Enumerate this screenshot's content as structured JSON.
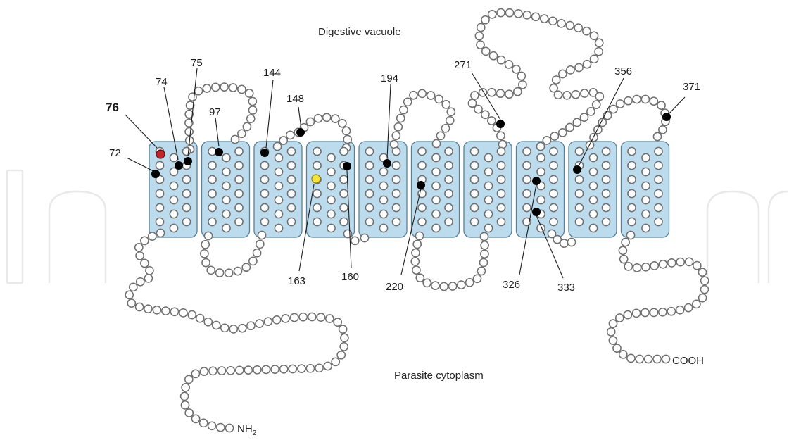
{
  "regions": {
    "top": "Digestive vacuole",
    "bottom": "Parasite cytoplasm"
  },
  "termini": {
    "n": "NH",
    "n_sub": "2",
    "c": "COOH"
  },
  "helix_count": 10,
  "residue_labels": [
    {
      "id": "76",
      "bold": true
    },
    {
      "id": "74",
      "bold": false
    },
    {
      "id": "75",
      "bold": false
    },
    {
      "id": "72",
      "bold": false
    },
    {
      "id": "97",
      "bold": false
    },
    {
      "id": "144",
      "bold": false
    },
    {
      "id": "148",
      "bold": false
    },
    {
      "id": "163",
      "bold": false
    },
    {
      "id": "160",
      "bold": false
    },
    {
      "id": "194",
      "bold": false
    },
    {
      "id": "220",
      "bold": false
    },
    {
      "id": "271",
      "bold": false
    },
    {
      "id": "326",
      "bold": false
    },
    {
      "id": "333",
      "bold": false
    },
    {
      "id": "356",
      "bold": false
    },
    {
      "id": "371",
      "bold": false
    }
  ],
  "colors": {
    "helix_fill": "#bcdcee",
    "residue_fill": "#ffffff",
    "marked_residue": "#000000",
    "residue_76": "#c0262c",
    "residue_163": "#f2e23a"
  }
}
